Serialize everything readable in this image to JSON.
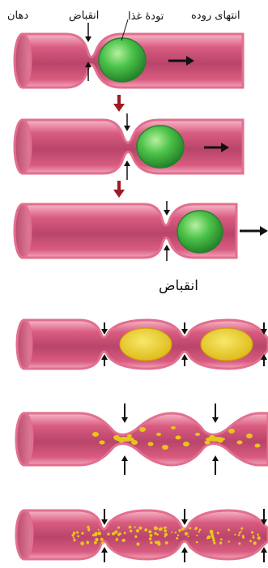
{
  "labels": {
    "mouth": "دهان",
    "contraction": "انقباض",
    "food_bolus": "تودهٔ غذا",
    "intestine_end": "انتهای روده",
    "contraction_segmentation": "انقباض"
  },
  "colors": {
    "tube_outer": "#e26f8e",
    "tube_inner": "#a83e5b",
    "tube_highlight": "#f3a7bd",
    "bolus": "#3fb53f",
    "chyme": "#e7c51a",
    "arrow": "#111111",
    "step_arrow": "#9e1b22"
  },
  "peristalsis_steps": 3,
  "segmentation_steps": 3,
  "icons": [
    "down-arrow-icon",
    "up-arrow-icon",
    "right-arrow-icon",
    "step-down-arrow-icon"
  ]
}
